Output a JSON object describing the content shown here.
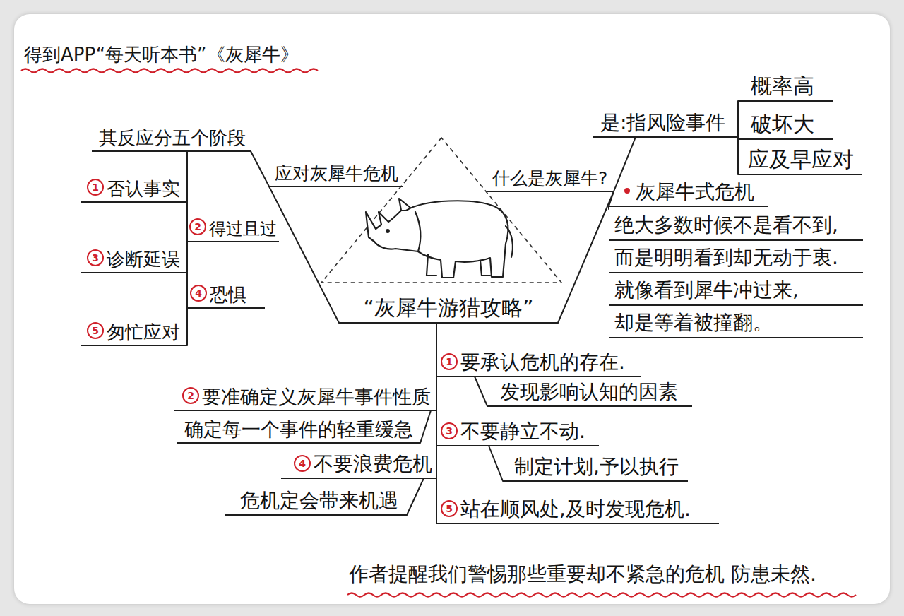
{
  "diagram": {
    "title": "得到APP“每天听本书”《灰犀牛》",
    "caption": "作者提醒我们警惕那些重要却不紧急的危机 防患未然.",
    "nodes": [
      {
        "text": [
          "“灰犀牛游猎攻略”"
        ]
      },
      {
        "text": [
          "应对灰犀牛危机"
        ]
      },
      {
        "text": [
          "其反应分五个阶段"
        ]
      },
      {
        "text": [
          "1",
          "否认事实"
        ]
      },
      {
        "text": [
          "2",
          "得过且过"
        ]
      },
      {
        "text": [
          "3",
          "诊断延误"
        ]
      },
      {
        "text": [
          "4",
          "恐惧"
        ]
      },
      {
        "text": [
          "5",
          "匆忙应对"
        ]
      },
      {
        "text": [
          "什么是灰犀牛?"
        ]
      },
      {
        "text": [
          "是:指风险事件"
        ]
      },
      {
        "text": [
          "概率高"
        ]
      },
      {
        "text": [
          "破坏大"
        ]
      },
      {
        "text": [
          "应及早应对"
        ]
      },
      {
        "text": [
          "灰犀牛式危机"
        ]
      },
      {
        "text": [
          "绝大多数时候不是看不到, 而是明明看到却无动于衷. 就像看到犀牛冲过来, 却是等着被撞翻。"
        ]
      },
      {
        "text": [
          "1",
          "要承认危机的存在."
        ]
      },
      {
        "text": [
          "发现影响认知的因素"
        ]
      },
      {
        "text": [
          "2",
          "要准确定义灰犀牛事件性质"
        ]
      },
      {
        "text": [
          "确定每一个事件的轻重缓急"
        ]
      },
      {
        "text": [
          "3",
          "不要静立不动."
        ]
      },
      {
        "text": [
          "制定计划,予以执行"
        ]
      },
      {
        "text": [
          "4",
          "不要浪费危机"
        ]
      },
      {
        "text": [
          "危机定会带来机遇"
        ]
      },
      {
        "text": [
          "5",
          "站在顺风处,及时发现危机."
        ]
      }
    ],
    "edges": [
      {
        "from": 0,
        "to": 1,
        "arrow": "none"
      },
      {
        "from": 1,
        "to": 2,
        "arrow": "none"
      },
      {
        "from": 2,
        "to": 3,
        "arrow": "none"
      },
      {
        "from": 2,
        "to": 4,
        "arrow": "none"
      },
      {
        "from": 2,
        "to": 5,
        "arrow": "none"
      },
      {
        "from": 2,
        "to": 6,
        "arrow": "none"
      },
      {
        "from": 2,
        "to": 7,
        "arrow": "none"
      },
      {
        "from": 0,
        "to": 8,
        "arrow": "none"
      },
      {
        "from": 8,
        "to": 9,
        "arrow": "none"
      },
      {
        "from": 9,
        "to": 10,
        "arrow": "none"
      },
      {
        "from": 9,
        "to": 11,
        "arrow": "none"
      },
      {
        "from": 9,
        "to": 12,
        "arrow": "none"
      },
      {
        "from": 8,
        "to": 13,
        "arrow": "none"
      },
      {
        "from": 13,
        "to": 14,
        "arrow": "none"
      },
      {
        "from": 0,
        "to": 15,
        "arrow": "none"
      },
      {
        "from": 15,
        "to": 16,
        "arrow": "none"
      },
      {
        "from": 0,
        "to": 17,
        "arrow": "none"
      },
      {
        "from": 17,
        "to": 18,
        "arrow": "none"
      },
      {
        "from": 0,
        "to": 19,
        "arrow": "none"
      },
      {
        "from": 19,
        "to": 20,
        "arrow": "none"
      },
      {
        "from": 0,
        "to": 21,
        "arrow": "none"
      },
      {
        "from": 21,
        "to": 22,
        "arrow": "none"
      },
      {
        "from": 0,
        "to": 23,
        "arrow": "none"
      }
    ]
  }
}
